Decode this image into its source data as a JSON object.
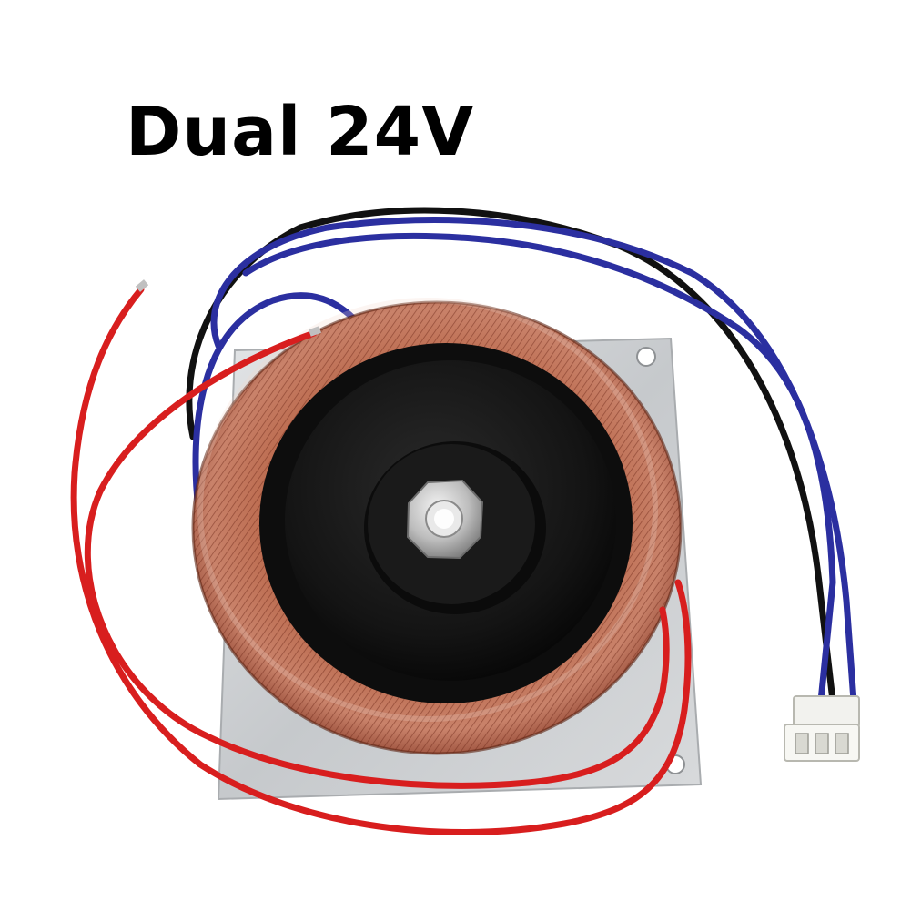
{
  "headline": "Dual 24V",
  "colors": {
    "background": "#ffffff",
    "headline": "#000000",
    "copper_winding": "#b05a3c",
    "copper_dark": "#7a3220",
    "cap_black": "#141414",
    "plate_silver": "#cfd2d4",
    "wire_red": "#d81e1e",
    "wire_blue": "#2b2fa0",
    "wire_black": "#111111",
    "connector_white": "#f2f2ee"
  },
  "objects": {
    "transformer": "toroidal-transformer",
    "plate": "mounting-plate",
    "bolt": "center-bolt",
    "connector": "three-pin-connector"
  }
}
